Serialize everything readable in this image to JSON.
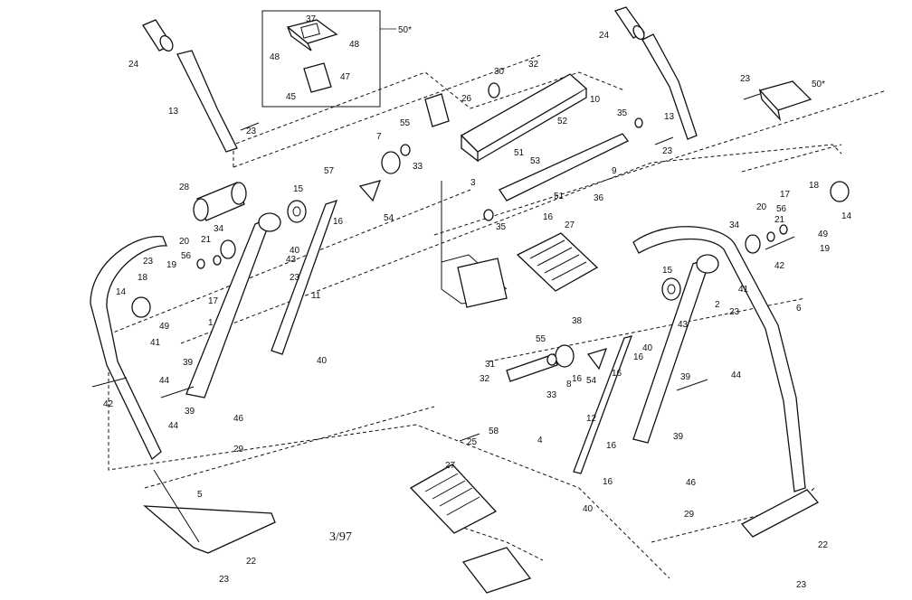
{
  "diagram": {
    "date_code": "3/97",
    "labels": [
      "1",
      "2",
      "3",
      "4",
      "5",
      "6",
      "7",
      "8",
      "9",
      "10",
      "11",
      "12",
      "13",
      "13",
      "14",
      "14",
      "15",
      "15",
      "16",
      "16",
      "16",
      "16",
      "16",
      "16",
      "16",
      "17",
      "17",
      "18",
      "18",
      "19",
      "19",
      "20",
      "20",
      "21",
      "21",
      "22",
      "22",
      "23",
      "23",
      "23",
      "23",
      "23",
      "23",
      "23",
      "23",
      "24",
      "24",
      "25",
      "26",
      "27",
      "27",
      "28",
      "29",
      "29",
      "30",
      "31",
      "32",
      "32",
      "33",
      "33",
      "34",
      "34",
      "35",
      "35",
      "36",
      "37",
      "38",
      "39",
      "39",
      "39",
      "39",
      "40",
      "40",
      "40",
      "40",
      "41",
      "41",
      "42",
      "42",
      "43",
      "43",
      "44",
      "44",
      "44",
      "45",
      "46",
      "46",
      "47",
      "48",
      "48",
      "49",
      "49",
      "50*",
      "50*",
      "51",
      "51",
      "52",
      "53",
      "54",
      "54",
      "55",
      "55",
      "56",
      "56",
      "57",
      "58"
    ]
  }
}
